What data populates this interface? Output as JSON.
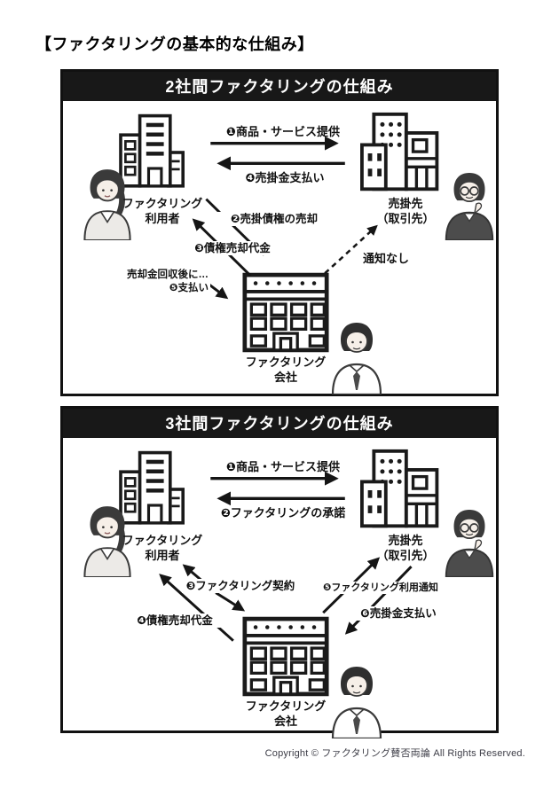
{
  "page": {
    "title": "【ファクタリングの基本的な仕組み】",
    "copyright": "Copyright © ファクタリング賛否両論 All Rights Reserved."
  },
  "colors": {
    "ink": "#151515",
    "header_bg": "#181818",
    "copyright_text": "#3c3c46"
  },
  "icons": {
    "user_building": "office-building-icon",
    "partner_building": "partner-building-icon",
    "company_building": "factoring-company-building-icon",
    "woman": "woman-user-icon",
    "man_glasses": "businessman-glasses-icon",
    "man_tie": "businessman-tie-icon"
  },
  "panel1": {
    "header": "2社間ファクタリングの仕組み",
    "entities": {
      "user": "ファクタリング\n利用者",
      "partner": "売掛先\n（取引先）",
      "company": "ファクタリング\n会社"
    },
    "flows": {
      "f1": "❶商品・サービス提供",
      "f4": "❹売掛金支払い",
      "f2": "❷売掛債権の売却",
      "f3": "❸債権売却代金",
      "f5": "売却金回収後に…\n❺支払い",
      "notice": "通知なし"
    }
  },
  "panel2": {
    "header": "3社間ファクタリングの仕組み",
    "entities": {
      "user": "ファクタリング\n利用者",
      "partner": "売掛先\n（取引先）",
      "company": "ファクタリング\n会社"
    },
    "flows": {
      "f1": "❶商品・サービス提供",
      "f2": "❷ファクタリングの承諾",
      "f3": "❸ファクタリング契約",
      "f4": "❹債権売却代金",
      "f5": "❺ファクタリング利用通知",
      "f6": "❻売掛金支払い"
    }
  }
}
